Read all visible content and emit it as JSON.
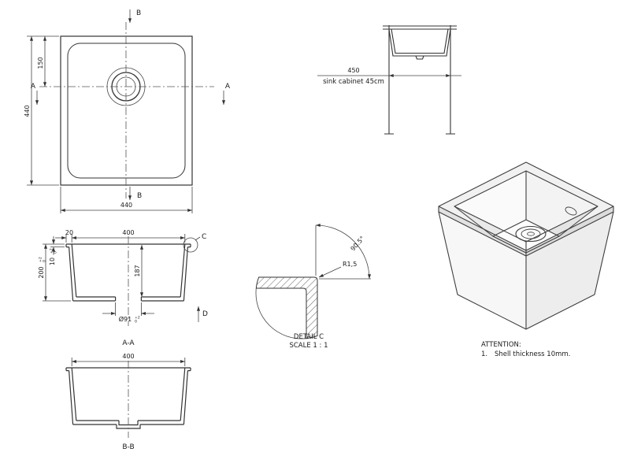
{
  "plan_view": {
    "b_top": "B",
    "b_bottom": "B",
    "a_left": "A",
    "a_right": "A",
    "dim_150": "150",
    "dim_440_left": "440",
    "dim_440_bottom": "440"
  },
  "cabinet_view": {
    "dim_450": "450",
    "caption": "sink cabinet 45cm"
  },
  "section_aa": {
    "dim_20": "20",
    "dim_400": "400",
    "marker_c": "C",
    "dim_10": "10",
    "dim_200": "200",
    "dim_187": "187",
    "dim_drain": "Ø91",
    "tol_plus": "+2",
    "tol_zero": "0",
    "marker_d": "D",
    "label": "A-A"
  },
  "section_bb": {
    "dim_400": "400",
    "label": "B-B"
  },
  "detail_c": {
    "dim_radius": "R1,5",
    "dim_angle": "90.5°",
    "title": "DETAIL C",
    "scale": "SCALE 1 : 1"
  },
  "attention": {
    "title": "ATTENTION:",
    "note_number": "1.",
    "note_text": "Shell thickness 10mm."
  }
}
